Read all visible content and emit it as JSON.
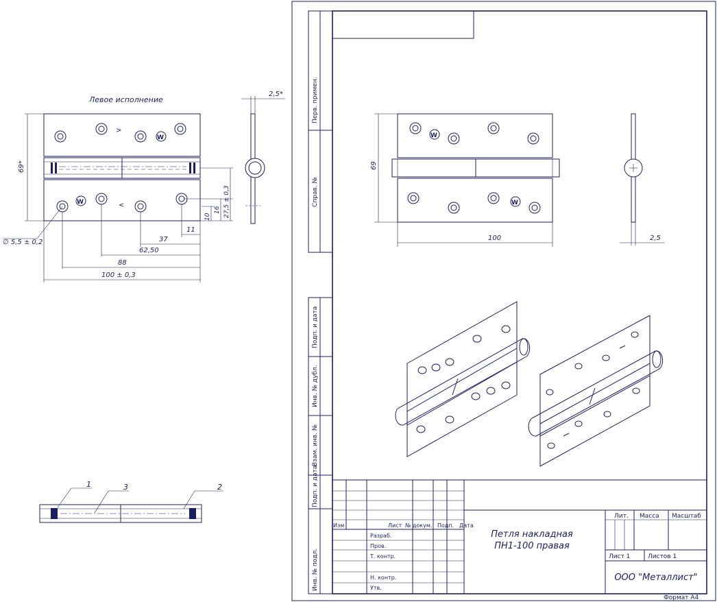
{
  "left_view": {
    "title": "Левое исполнение",
    "dims": {
      "height": "69*",
      "thickness": "2,5*",
      "hole_dia": "∅ 5,5 ± 0,2",
      "d11": "11",
      "d37": "37",
      "d6250": "62,50",
      "d88": "88",
      "d100": "100 ± 0,3",
      "d10": "10",
      "d16": "16",
      "d275": "27,5 ± 0,3"
    },
    "callouts": [
      "1",
      "3",
      "2"
    ]
  },
  "right_view": {
    "dims": {
      "height": "69",
      "width": "100",
      "thickness": "2,5"
    }
  },
  "side_stamps": [
    "Перв. примен.",
    "Справ. №",
    "Подп. и дата",
    "Инв. № дубл.",
    "Взам. инв. №",
    "Подп. и дата",
    "Инв. № подл."
  ],
  "title_block": {
    "row_labels": [
      "Изм",
      "Лист",
      "№ докум.",
      "Подп.",
      "Дата"
    ],
    "roles": [
      "Разраб.",
      "Пров.",
      "Т. контр.",
      "",
      "Н. контр.",
      "Утв."
    ],
    "name_line1": "Петля накладная",
    "name_line2": "ПН1-100 правая",
    "lit": "Лит.",
    "massa": "Масса",
    "masshtab": "Масштаб",
    "sheet": "Лист 1",
    "sheets": "Листов 1",
    "company": "ООО \"Металлист\"",
    "format": "Формат А4"
  },
  "colors": {
    "ink": "#1b1f5e",
    "paper": "#ffffff"
  }
}
